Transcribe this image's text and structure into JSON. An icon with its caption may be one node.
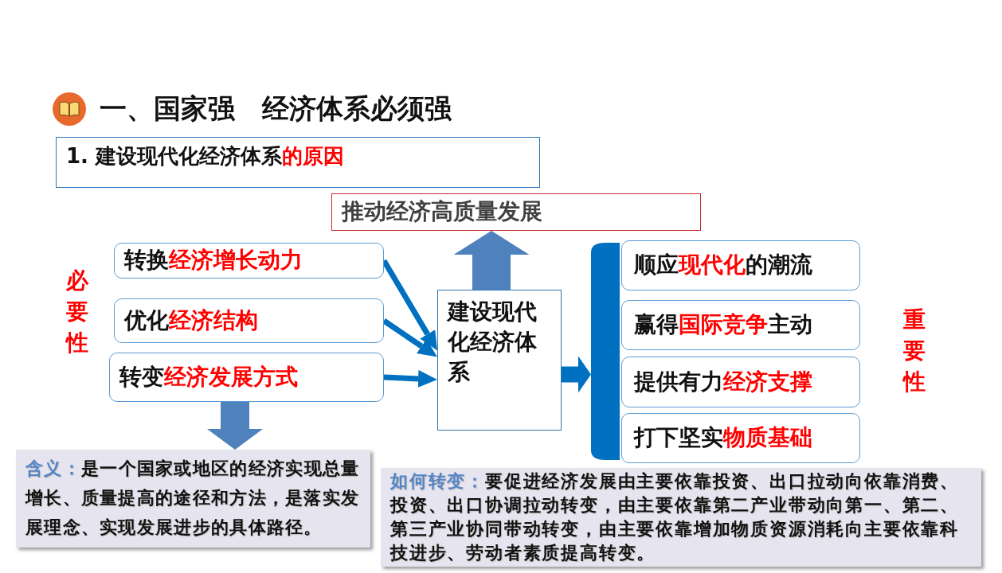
{
  "diagram": {
    "title": "一、国家强　经济体系必须强",
    "nodes": [
      {
        "text": [
          "1. 建设现代化经济体系**的原因**"
        ]
      },
      {
        "text": [
          "推动经济高质量发展"
        ]
      },
      {
        "text": [
          "转换**经济增长动力**"
        ]
      },
      {
        "text": [
          "优化**经济结构**"
        ]
      },
      {
        "text": [
          "转变**经济发展方式**"
        ]
      },
      {
        "text": [
          "建设现代化经济体系"
        ]
      },
      {
        "text": [],
        "shape": "bar"
      },
      {
        "text": [
          "顺应**现代化**的潮流"
        ]
      },
      {
        "text": [
          "赢得**国际竞争**主动"
        ]
      },
      {
        "text": [
          "提供有力**经济支撑**"
        ]
      },
      {
        "text": [
          "打下坚实**物质基础**"
        ]
      },
      {
        "text": [
          "含义：",
          "是一个国家或地区的经济实现总量增长、质量提高的途径和方法，是落实发展理念、实现发展进步的具体路径。"
        ]
      },
      {
        "text": [
          "如何转变：",
          "要促进经济发展由主要依靠投资、出口拉动向依靠消费、投资、出口协调拉动转变，由主要依靠第二产业带动向第一、第二、第三产业协同带动转变，由主要依靠增加物质资源消耗向主要依靠科技进步、劳动者素质提高转变。"
        ]
      }
    ],
    "edges": [
      {
        "from": 2,
        "to": 5,
        "arrow": "to"
      },
      {
        "from": 3,
        "to": 5,
        "arrow": "to"
      },
      {
        "from": 4,
        "to": 5,
        "arrow": "to"
      },
      {
        "from": 5,
        "to": 1,
        "arrow": "to",
        "style": "thick",
        "color": "#4f81bd"
      },
      {
        "from": 5,
        "to": 6,
        "arrow": "to",
        "style": "thick"
      },
      {
        "from": 4,
        "to": 11,
        "arrow": "to",
        "style": "thick",
        "color": "#4f81bd"
      }
    ],
    "labels": [
      "必要性",
      "重要性"
    ]
  }
}
